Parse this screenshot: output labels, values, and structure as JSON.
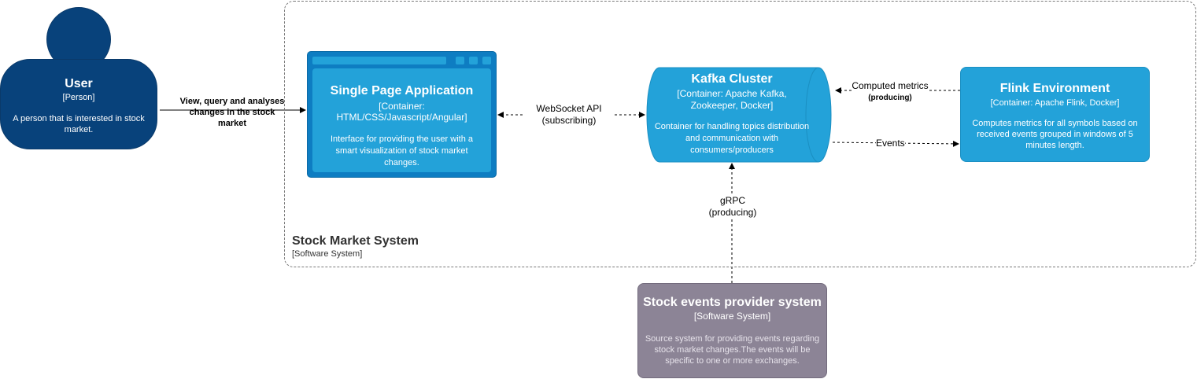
{
  "user": {
    "title": "User",
    "type": "[Person]",
    "description": "A person that is interested in stock market."
  },
  "boundary": {
    "title": "Stock Market System",
    "type": "[Software System]"
  },
  "spa": {
    "title": "Single Page Application",
    "tech": "[Container: HTML/CSS/Javascript/Angular]",
    "description": "Interface for providing the user with a smart visualization of stock market changes."
  },
  "kafka": {
    "title": "Kafka Cluster",
    "tech_line1": "[Container: Apache Kafka,",
    "tech_line2": "Zookeeper, Docker]",
    "description": "Container for handling topics distribution and communication with consumers/producers"
  },
  "flink": {
    "title": "Flink Environment",
    "tech": "[Container: Apache Flink, Docker]",
    "description": "Computes metrics for all symbols based on received events grouped in windows of 5 minutes length."
  },
  "provider": {
    "title": "Stock events provider system",
    "type": "[Software System]",
    "description": "Source system for providing events regarding stock market changes.The events will be specific to one or more exchanges."
  },
  "edges": {
    "user_spa": "View, query and analyses changes in the stock market",
    "spa_kafka_line1": "WebSocket API",
    "spa_kafka_line2": "(subscribing)",
    "flink_kafka_line1": "Computed metrics",
    "flink_kafka_line2": "(producing)",
    "kafka_flink": "Events",
    "provider_kafka_line1": "gRPC",
    "provider_kafka_line2": "(producing)"
  },
  "colors": {
    "person": "#08427B",
    "container": "#23A2D9",
    "container_dark": "#0E7DC2",
    "external_system": "#8C8496",
    "boundary": "#7a7a7a"
  }
}
